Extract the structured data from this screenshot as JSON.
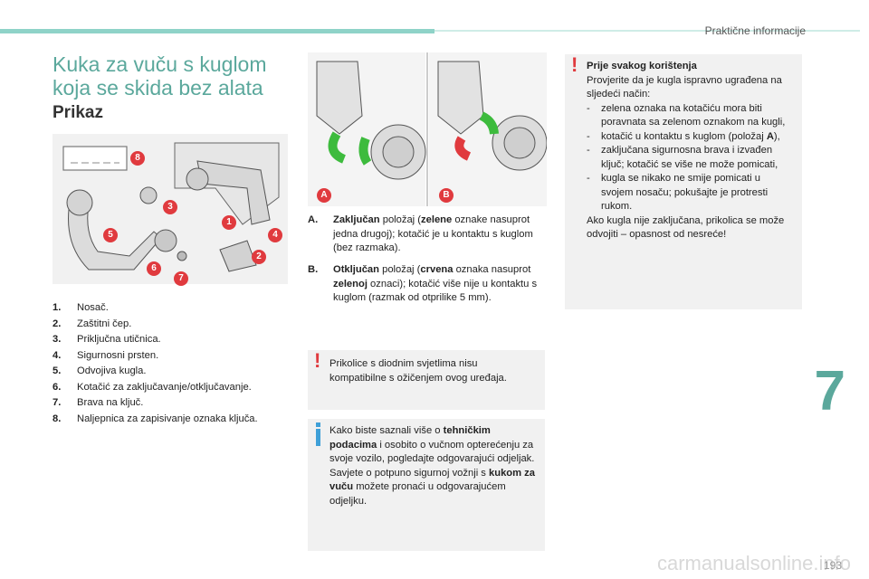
{
  "header": {
    "section": "Praktične informacije"
  },
  "title_line1": "Kuka za vuču s kuglom",
  "title_line2": "koja se skida bez alata",
  "subtitle": "Prikaz",
  "figure1": {
    "badges": [
      "1",
      "2",
      "3",
      "4",
      "5",
      "6",
      "7",
      "8"
    ]
  },
  "figure2": {
    "badges": [
      "A",
      "B"
    ]
  },
  "parts": [
    {
      "num": "1.",
      "label": "Nosač."
    },
    {
      "num": "2.",
      "label": "Zaštitni čep."
    },
    {
      "num": "3.",
      "label": "Priključna utičnica."
    },
    {
      "num": "4.",
      "label": "Sigurnosni prsten."
    },
    {
      "num": "5.",
      "label": "Odvojiva kugla."
    },
    {
      "num": "6.",
      "label": "Kotačić za zaključavanje/otključavanje."
    },
    {
      "num": "7.",
      "label": "Brava na ključ."
    },
    {
      "num": "8.",
      "label": "Naljepnica za zapisivanje oznaka ključa."
    }
  ],
  "positions": {
    "a_label": "A.",
    "a_term": "Zaključan",
    "a_text1": " položaj (",
    "a_bold": "zelene",
    "a_text2": " oznake nasuprot jedna drugoj); kotačić je u kontaktu s kuglom (bez razmaka).",
    "b_label": "B.",
    "b_term": "Otključan",
    "b_text1": " položaj (",
    "b_bold1": "crvena",
    "b_text2": " oznaka nasuprot ",
    "b_bold2": "zelenoj",
    "b_text3": " oznaci); kotačić više nije u kontaktu s kuglom (razmak od otprilike 5 mm)."
  },
  "warning_trailer": "Prikolice s diodnim svjetlima nisu kompatibilne s ožičenjem ovog uređaja.",
  "info": {
    "t1": "Kako biste saznali više o ",
    "b1": "tehničkim podacima",
    "t2": " i osobito o vučnom opterećenju za svoje vozilo, pogledajte odgovarajući odjeljak.",
    "t3": "Savjete o potpuno sigurnoj vožnji s ",
    "b2": "kukom za vuču",
    "t4": " možete pronaći u odgovarajućem odjeljku."
  },
  "check": {
    "heading": "Prije svakog korištenja",
    "intro": "Provjerite da je kugla ispravno ugrađena na sljedeći način:",
    "items": [
      {
        "dash": "-",
        "text": "zelena oznaka na kotačiću mora biti poravnata sa zelenom oznakom na kugli,"
      },
      {
        "dash": "-",
        "pre": "kotačić u kontaktu s kuglom (položaj ",
        "bold": "A",
        "post": "),"
      },
      {
        "dash": "-",
        "text": "zaključana sigurnosna brava i izvađen ključ; kotačić se više ne može pomicati,"
      },
      {
        "dash": "-",
        "text": "kugla se nikako ne smije pomicati u svojem nosaču; pokušajte je protresti rukom."
      }
    ],
    "outro": "Ako kugla nije zaključana, prikolica se može odvojiti – opasnost od nesreće!"
  },
  "chapter": "7",
  "page_number": "193",
  "watermark": "carmanualsonline.info",
  "colors": {
    "accent": "#5ba89c",
    "badge": "#e03a3e",
    "info": "#3fa0d8",
    "green": "#3dbb3d",
    "red": "#e03a3e"
  }
}
